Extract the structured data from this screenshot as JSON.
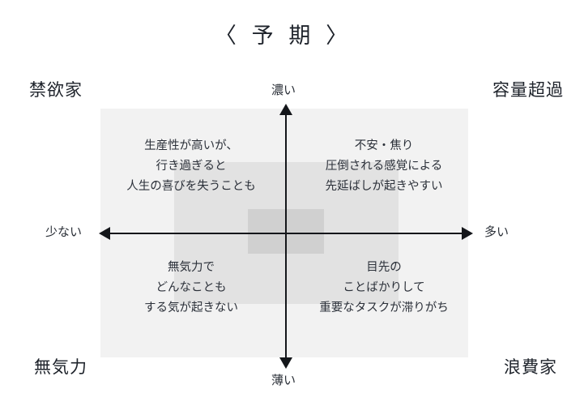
{
  "diagram": {
    "title": "〈 予 期 〉",
    "axes": {
      "vertical": {
        "top_label": "濃い",
        "bottom_label": "薄い"
      },
      "horizontal": {
        "left_label": "少ない",
        "right_label": "多い"
      }
    },
    "corners": {
      "top_left": "禁欲家",
      "top_right": "容量超過",
      "bottom_left": "無気力",
      "bottom_right": "浪費家"
    },
    "quadrants": {
      "top_left": "生産性が高いが、\n行き過ぎると\n人生の喜びを失うことも",
      "top_right": "不安・焦り\n圧倒される感覚による\n先延ばしが起きやすい",
      "bottom_left": "無気力で\nどんなことも\nする気が起きない",
      "bottom_right": "目先の\nことばかりして\n重要なタスクが滞りがち"
    },
    "colors": {
      "background": "#ffffff",
      "panel_outer": "#f2f2f2",
      "panel_mid": "#e2e2e2",
      "panel_core": "#d0d0d0",
      "axis": "#14161a",
      "text": "#2b3039"
    }
  }
}
